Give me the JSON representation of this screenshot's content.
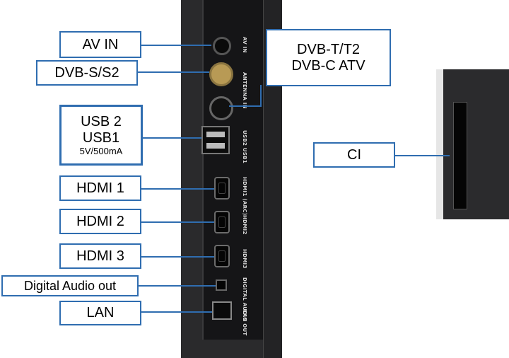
{
  "labels": {
    "av_in": "AV IN",
    "dvb_s": "DVB-S/S2",
    "dvb_t_line1": "DVB-T/T2",
    "dvb_t_line2": "DVB-C ATV",
    "usb_line1": "USB 2",
    "usb_line2": "USB1",
    "usb_line3": "5V/500mA",
    "hdmi1": "HDMI 1",
    "hdmi2": "HDMI 2",
    "hdmi3": "HDMI 3",
    "digital_audio": "Digital Audio out",
    "lan": "LAN",
    "ci": "CI"
  },
  "panel_print": {
    "av_in": "AV IN",
    "antenna_in": "ANTENNA IN",
    "usb": "USB2 USB1",
    "hdmi1": "HDMI1 (ARC)",
    "hdmi2": "HDMI2",
    "hdmi3": "HDMI3",
    "digital_audio": "DIGITAL AUDIO OUT",
    "lan": "LAN"
  },
  "colors": {
    "label_border": "#2f6db0",
    "panel": "#1c1c1e"
  }
}
